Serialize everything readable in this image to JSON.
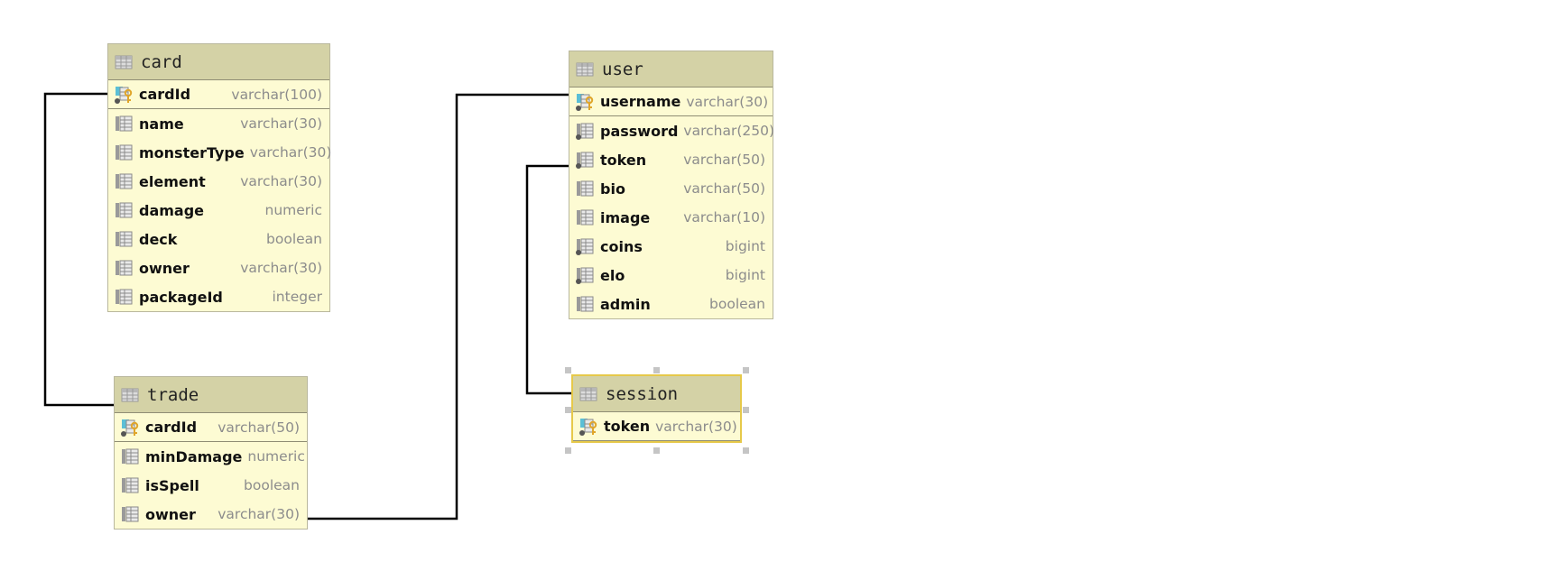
{
  "diagram": {
    "tables": {
      "card": {
        "name": "card",
        "columns": [
          {
            "name": "cardId",
            "type": "varchar(100)",
            "key": "primary"
          },
          {
            "name": "name",
            "type": "varchar(30)",
            "key": "none"
          },
          {
            "name": "monsterType",
            "type": "varchar(30)",
            "key": "none"
          },
          {
            "name": "element",
            "type": "varchar(30)",
            "key": "none"
          },
          {
            "name": "damage",
            "type": "numeric",
            "key": "none"
          },
          {
            "name": "deck",
            "type": "boolean",
            "key": "none"
          },
          {
            "name": "owner",
            "type": "varchar(30)",
            "key": "none"
          },
          {
            "name": "packageId",
            "type": "integer",
            "key": "none"
          }
        ]
      },
      "trade": {
        "name": "trade",
        "columns": [
          {
            "name": "cardId",
            "type": "varchar(50)",
            "key": "primary"
          },
          {
            "name": "minDamage",
            "type": "numeric",
            "key": "none"
          },
          {
            "name": "isSpell",
            "type": "boolean",
            "key": "none"
          },
          {
            "name": "owner",
            "type": "varchar(30)",
            "key": "none"
          }
        ]
      },
      "user": {
        "name": "user",
        "columns": [
          {
            "name": "username",
            "type": "varchar(30)",
            "key": "primary"
          },
          {
            "name": "password",
            "type": "varchar(250)",
            "key": "not-null"
          },
          {
            "name": "token",
            "type": "varchar(50)",
            "key": "not-null"
          },
          {
            "name": "bio",
            "type": "varchar(50)",
            "key": "none"
          },
          {
            "name": "image",
            "type": "varchar(10)",
            "key": "none"
          },
          {
            "name": "coins",
            "type": "bigint",
            "key": "not-null"
          },
          {
            "name": "elo",
            "type": "bigint",
            "key": "not-null"
          },
          {
            "name": "admin",
            "type": "boolean",
            "key": "none"
          }
        ]
      },
      "session": {
        "name": "session",
        "selected": true,
        "columns": [
          {
            "name": "token",
            "type": "varchar(30)",
            "key": "primary"
          }
        ]
      }
    },
    "relations": [
      {
        "from": "card.cardId",
        "to": "trade.cardId"
      },
      {
        "from": "trade.owner",
        "to": "user.username"
      },
      {
        "from": "user.token",
        "to": "session.token"
      }
    ],
    "colors": {
      "header": "#d4d2a6",
      "body": "#fdfbd3",
      "border": "#b9b79d",
      "selected_border": "#e6c94a",
      "line": "#000000",
      "type_text": "#8c8c8c"
    },
    "icons": {
      "table": "table-grid-icon",
      "primary": "primary-key-column-icon",
      "not-null": "not-null-column-icon",
      "none": "column-icon"
    }
  }
}
